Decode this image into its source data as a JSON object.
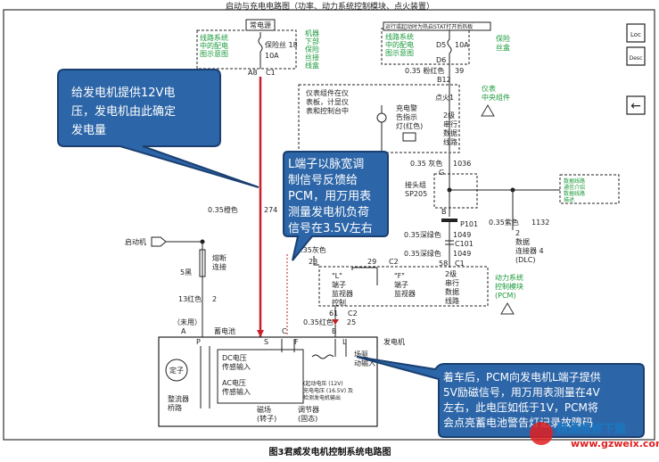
{
  "title": "启动与充电电路图（功率、动力系统控制模块、点火装置）",
  "caption": "图3君威发电机控制系统电路图",
  "watermark": {
    "name": "精通维修下载",
    "url": "www.gzweix.com"
  },
  "side_buttons": {
    "loc": "Loc",
    "desc": "Desc",
    "back_arrow": "←"
  },
  "callouts": {
    "left": [
      "给发电机提供12V电",
      "压，发电机由此确定",
      "发电量"
    ],
    "middle": [
      "L端子以脉宽调",
      "制信号反馈给",
      "PCM，用万用表",
      "测量发电机负荷",
      "信号在3.5V左右"
    ],
    "bottom": [
      "着车后，PCM向发电机L端子提供",
      "5V励磁信号，用万用表测量在4V",
      "左右，此电压如低于1V，PCM将",
      "会点亮蓄电池警告灯记录故障码"
    ]
  },
  "labels": {
    "always_hot": "常电源",
    "fuse_circuit_note": [
      "线路系统",
      "中的配电",
      "图示意图"
    ],
    "fuse_10": [
      "保险丝 18",
      "10A"
    ],
    "fuse_block_note": [
      "机器",
      "下部",
      "保险",
      "丝接",
      "线盒"
    ],
    "a8": "A8",
    "c1_top": "C1",
    "run_start_hot": "运行或起动时为热启STAT打开后热板",
    "d5": "D5",
    "d6": "D6",
    "fuse_10a_r": "10A",
    "fuse_box_r": [
      "保险",
      "丝盒"
    ],
    "wire_039": "0.35 粉红色",
    "n39": "39",
    "b12": "B12",
    "ignition1": "点火1",
    "cluster": [
      "仪表",
      "中央组件"
    ],
    "cluster_note": [
      "仪表组件在仪",
      "表板，计显仪",
      "表和控制台中"
    ],
    "charge_lamp": [
      "充电警",
      "告指示",
      "灯(红色)"
    ],
    "data_line": [
      "2级",
      "串行",
      "数据",
      "线路"
    ],
    "wire_1036": "0.35 灰色",
    "n1036": "1036",
    "g_top": "G",
    "splice": [
      "接头组",
      "SP205"
    ],
    "data_note": [
      "数据线路",
      "通信介绍",
      "数据线路",
      "描述"
    ],
    "b_mid": "B",
    "p101": "P101",
    "wire_1049a": "0.35深绿色",
    "n1049a": "1049",
    "c101": "C101",
    "n1049b": "1049",
    "wire_1049b": "0.35深绿色",
    "n58": "58",
    "c1_mid": "C1",
    "wire_1132": "0.35紫色",
    "n1132": "1132",
    "dlc": [
      "2",
      "数据",
      "连接器 4",
      "(DLC)"
    ],
    "wire_274": "0.35橙色",
    "n274": "274",
    "starter": "启动机",
    "fusible": [
      "熔断",
      "连接"
    ],
    "red5": "5黑",
    "red13": "13红色",
    "n2": "2",
    "gray": "0.35灰色",
    "n23": "23",
    "n29": "29",
    "c2_top": "C2",
    "l_term": [
      "\"L\"",
      "端子",
      "监视器",
      "控制"
    ],
    "f_term": [
      "\"F\"",
      "端子",
      "监视器"
    ],
    "pcm_data": [
      "2级",
      "串行",
      "数据",
      "线路"
    ],
    "pcm": [
      "动力系统",
      "控制模块",
      "(PCM)"
    ],
    "n61": "61",
    "c2_bot": "C2",
    "wire_25": "0.35红色",
    "n25": "25",
    "unused": "（未用）",
    "battery": "蓄电池",
    "a": "A",
    "p": "P",
    "s": "S",
    "c": "C",
    "f": "F",
    "b": "B",
    "l": "L",
    "generator": "发电机",
    "dc_sense": [
      "DC电压",
      "传感输入"
    ],
    "ac_sense": [
      "AC电压",
      "传感输入"
    ],
    "stator": "定子",
    "rectifier": [
      "整流器",
      "桥路"
    ],
    "field_drive": [
      "场驱",
      "动输入"
    ],
    "vreg_table": [
      "(起动电压 (12V)",
      "充电电压 (16.5V) 及",
      "检测发电机输出"
    ],
    "rotor": [
      "磁场",
      "(转子)"
    ],
    "regulator": [
      "调节器",
      "(固态)"
    ]
  }
}
